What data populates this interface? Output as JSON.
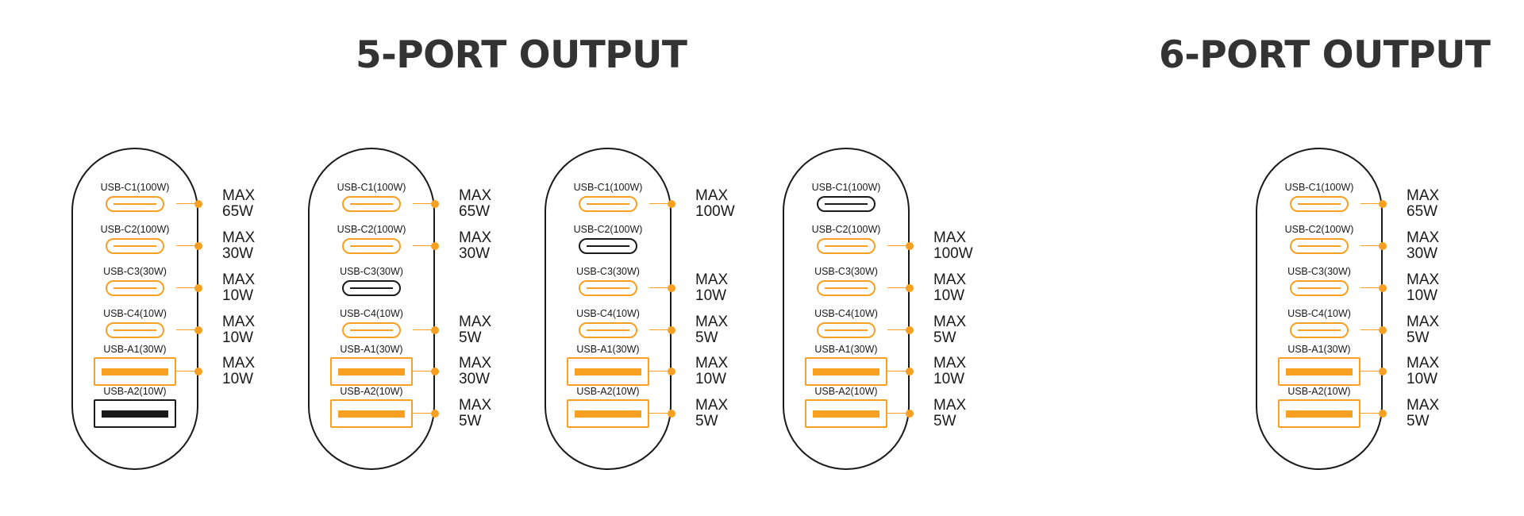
{
  "titles": {
    "five_port": "5-PORT OUTPUT",
    "six_port": "6-PORT OUTPUT"
  },
  "colors": {
    "accent": "#f7a021",
    "outline": "#1a1a1a",
    "title": "#333333"
  },
  "ports": [
    {
      "label": "USB-C1(100W)",
      "type": "c"
    },
    {
      "label": "USB-C2(100W)",
      "type": "c"
    },
    {
      "label": "USB-C3(30W)",
      "type": "c"
    },
    {
      "label": "USB-C4(10W)",
      "type": "c"
    },
    {
      "label": "USB-A1(30W)",
      "type": "a"
    },
    {
      "label": "USB-A2(10W)",
      "type": "a"
    }
  ],
  "chargers": [
    {
      "outputs": [
        {
          "max": "MAX",
          "watt": "65W"
        },
        {
          "max": "MAX",
          "watt": "30W"
        },
        {
          "max": "MAX",
          "watt": "10W"
        },
        {
          "max": "MAX",
          "watt": "10W"
        },
        {
          "max": "MAX",
          "watt": "10W"
        },
        null
      ]
    },
    {
      "outputs": [
        {
          "max": "MAX",
          "watt": "65W"
        },
        {
          "max": "MAX",
          "watt": "30W"
        },
        null,
        {
          "max": "MAX",
          "watt": "5W"
        },
        {
          "max": "MAX",
          "watt": "30W"
        },
        {
          "max": "MAX",
          "watt": "5W"
        }
      ]
    },
    {
      "outputs": [
        {
          "max": "MAX",
          "watt": "100W"
        },
        null,
        {
          "max": "MAX",
          "watt": "10W"
        },
        {
          "max": "MAX",
          "watt": "5W"
        },
        {
          "max": "MAX",
          "watt": "10W"
        },
        {
          "max": "MAX",
          "watt": "5W"
        }
      ]
    },
    {
      "outputs": [
        null,
        {
          "max": "MAX",
          "watt": "100W"
        },
        {
          "max": "MAX",
          "watt": "10W"
        },
        {
          "max": "MAX",
          "watt": "5W"
        },
        {
          "max": "MAX",
          "watt": "10W"
        },
        {
          "max": "MAX",
          "watt": "5W"
        }
      ]
    },
    {
      "outputs": [
        {
          "max": "MAX",
          "watt": "65W"
        },
        {
          "max": "MAX",
          "watt": "30W"
        },
        {
          "max": "MAX",
          "watt": "10W"
        },
        {
          "max": "MAX",
          "watt": "5W"
        },
        {
          "max": "MAX",
          "watt": "10W"
        },
        {
          "max": "MAX",
          "watt": "5W"
        }
      ]
    }
  ]
}
